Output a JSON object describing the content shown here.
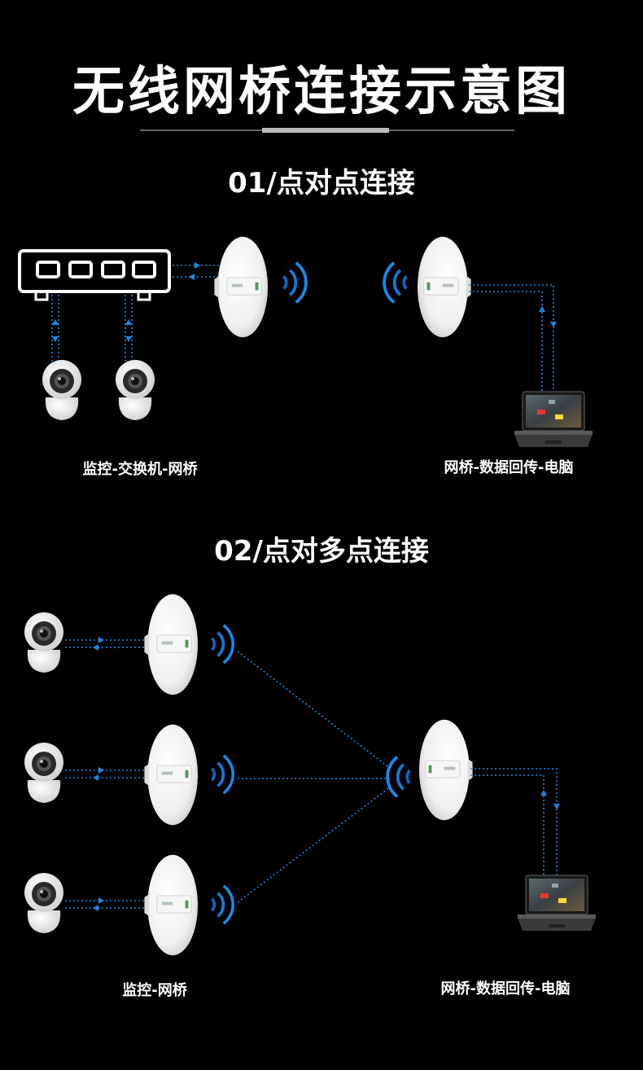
{
  "page": {
    "title": "无线网桥连接示意图"
  },
  "sections": {
    "p2p": {
      "title": "01/点对点连接",
      "caption_left": "监控-交换机-网桥",
      "caption_right": "网桥-数据回传-电脑"
    },
    "p2mp": {
      "title": "02/点对多点连接",
      "caption_left": "监控-网桥",
      "caption_right": "网桥-数据回传-电脑"
    }
  },
  "icons": [
    "network-switch-icon",
    "camera-icon",
    "bridge-dish-icon",
    "wifi-signal-icon",
    "laptop-icon"
  ],
  "colors": {
    "background": "#000000",
    "text": "#ffffff",
    "connection": "#1e88e5",
    "signal": "#1e88e5",
    "divider": "#888888"
  }
}
